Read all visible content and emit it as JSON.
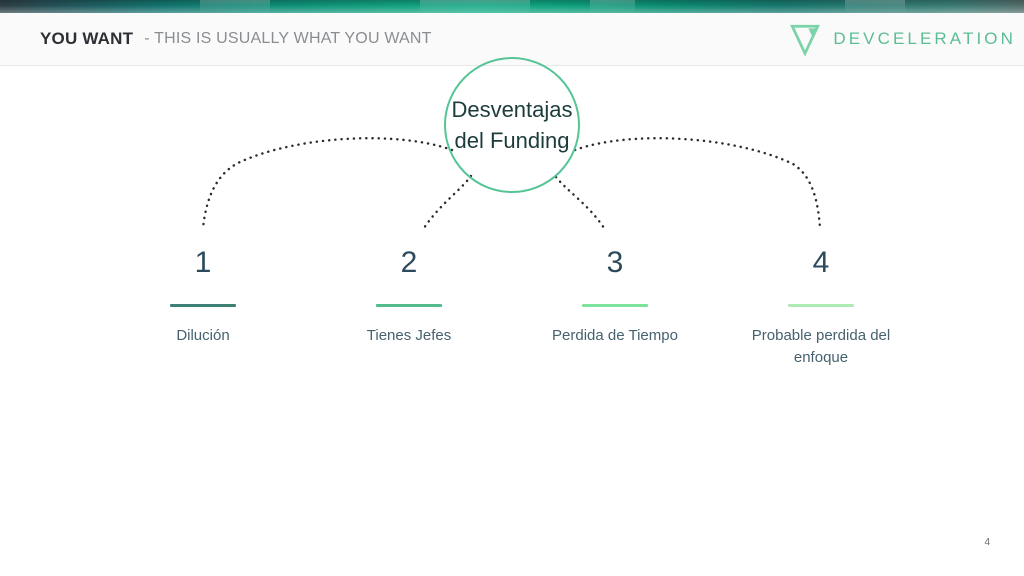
{
  "slide": {
    "page_number": "4",
    "background_color": "#ffffff"
  },
  "top_band": {
    "name": "decorative-gradient-band",
    "colors": [
      "#2f4146",
      "#14756f",
      "#11a983",
      "#0d8b72",
      "#566f6d"
    ]
  },
  "header": {
    "title": "YOU WANT",
    "subtitle": "- THIS IS USUALLY WHAT YOU WANT",
    "title_color": "#2c2f33",
    "subtitle_color": "#8a8d91",
    "background_color": "#fafafa",
    "brand": {
      "logo_icon": "devceleration-v-logo-icon",
      "name": "DEVCELERATION",
      "color": "#5cbd93"
    }
  },
  "diagram": {
    "hub": {
      "line1": "Desventajas",
      "line2": "del Funding",
      "border_color": "#56c596",
      "text_color": "#1c3b3b"
    },
    "connector_color": "#2b2b2b",
    "items": [
      {
        "number": "1",
        "label": "Dilución",
        "rule_color": "#3d8175"
      },
      {
        "number": "2",
        "label": "Tienes Jefes",
        "rule_color": "#52bd8a"
      },
      {
        "number": "3",
        "label": "Perdida de Tiempo",
        "rule_color": "#7ee39a"
      },
      {
        "number": "4",
        "label": "Probable perdida del enfoque",
        "rule_color": "#aeeab4"
      }
    ]
  }
}
